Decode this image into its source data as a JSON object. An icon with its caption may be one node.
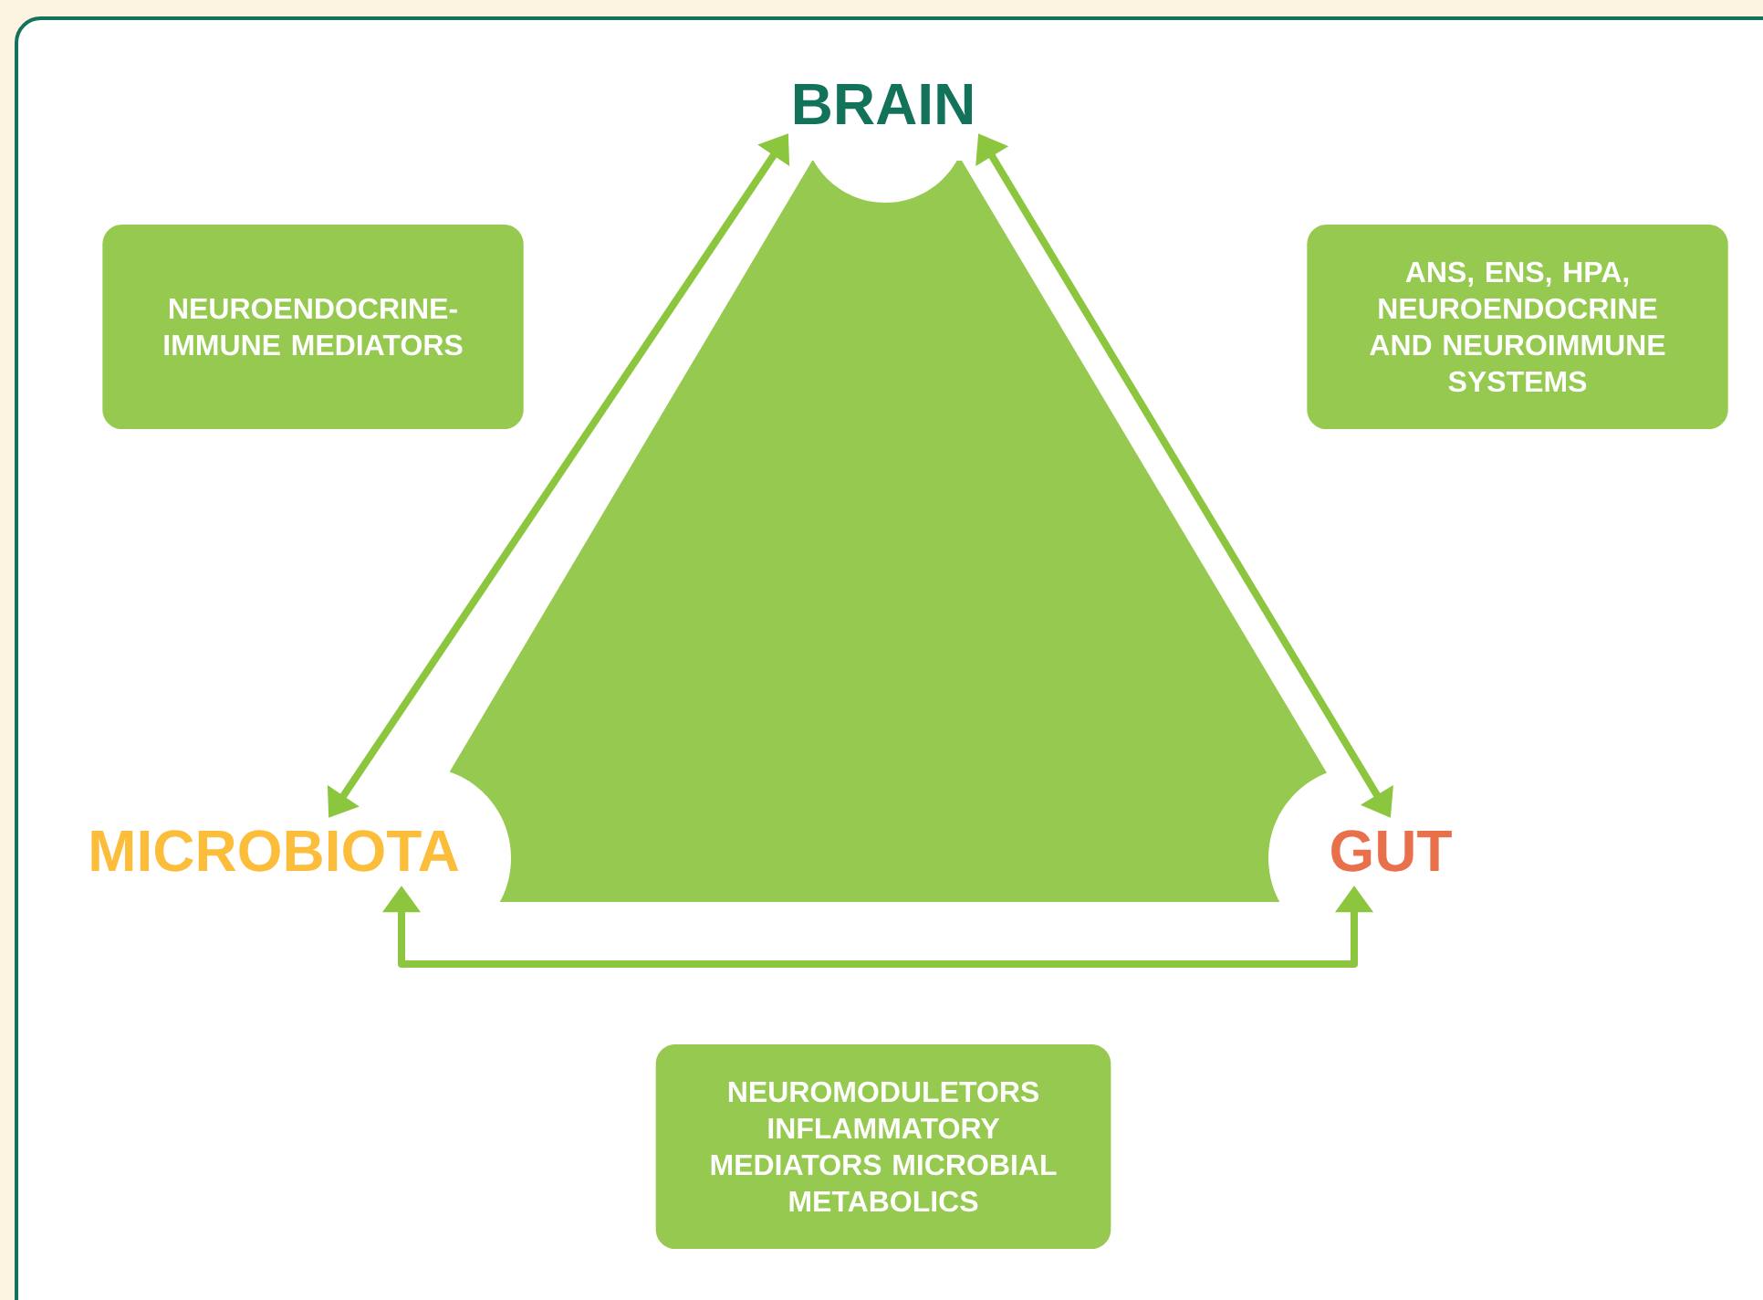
{
  "diagram": {
    "nodes": [
      {
        "text": [
          "BRAIN"
        ]
      },
      {
        "text": [
          "MICROBIOTA"
        ]
      },
      {
        "text": [
          "GUT"
        ]
      },
      {
        "text": [
          "NEUROENDOCRINE- IMMUNE MEDIATORS"
        ]
      },
      {
        "text": [
          "ANS, ENS, HPA, NEUROENDOCRINE AND NEUROIMMUNE SYSTEMS"
        ]
      },
      {
        "text": [
          "NEUROMODULETORS INFLAMMATORY MEDIATORS MICROBIAL METABOLICS"
        ]
      }
    ],
    "edges": [
      {
        "from": 1,
        "to": 0,
        "arrow": "both"
      },
      {
        "from": 0,
        "to": 2,
        "arrow": "both"
      },
      {
        "from": 1,
        "to": 2,
        "arrow": "both"
      }
    ]
  }
}
